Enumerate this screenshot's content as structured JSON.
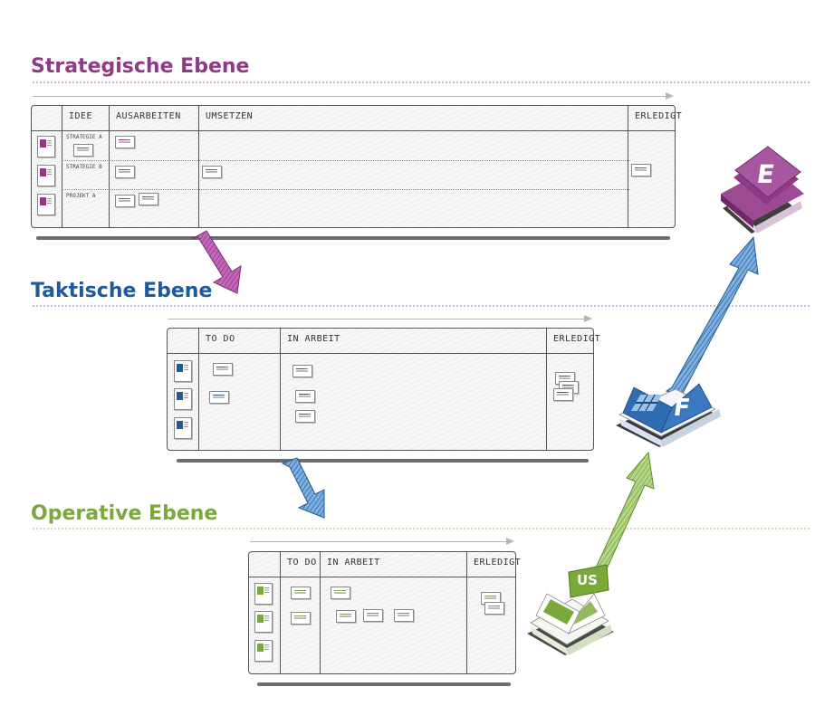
{
  "levels": [
    {
      "title": "Strategische Ebene",
      "color": "#8e3a86",
      "columns": [
        "IDEE",
        "AUSARBEITEN",
        "UMSETZEN",
        "ERLEDIGT"
      ],
      "rows": [
        "STRATEGIE A",
        "STRATEGIE B",
        "PROJEKT A"
      ]
    },
    {
      "title": "Taktische Ebene",
      "color": "#1f5a9a",
      "columns": [
        "TO DO",
        "IN ARBEIT",
        "ERLEDIGT"
      ]
    },
    {
      "title": "Operative Ebene",
      "color": "#7aa83a",
      "columns": [
        "TO DO",
        "IN ARBEIT",
        "ERLEDIGT"
      ]
    }
  ],
  "icons": {
    "epic_book_letter": "E",
    "feature_book_letter": "F",
    "story_flag_label": "US"
  }
}
